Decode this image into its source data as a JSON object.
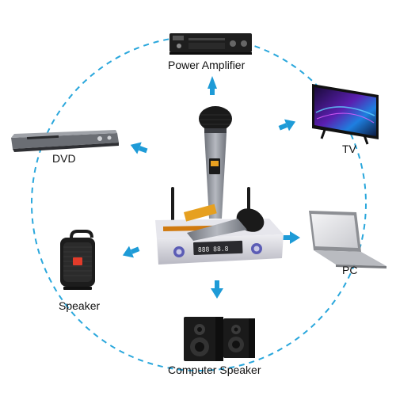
{
  "colors": {
    "circle": "#2aa7dc",
    "arrow": "#1e9bd7",
    "text": "#111111",
    "device_dark": "#1e1e1e",
    "receiver_silver": "#d5d5dc",
    "mic_gray": "#8d9199"
  },
  "center": {
    "name": "wireless-microphone-system",
    "receiver_display": "888 88.8"
  },
  "devices": [
    {
      "id": "power-amplifier",
      "label": "Power Amplifier",
      "icon": "amplifier-icon"
    },
    {
      "id": "tv",
      "label": "TV",
      "icon": "tv-icon"
    },
    {
      "id": "pc",
      "label": "PC",
      "icon": "laptop-icon"
    },
    {
      "id": "computer-speaker",
      "label": "Computer Speaker",
      "icon": "bookshelf-speakers-icon"
    },
    {
      "id": "speaker",
      "label": "Speaker",
      "icon": "portable-speaker-icon"
    },
    {
      "id": "dvd",
      "label": "DVD",
      "icon": "dvd-player-icon"
    }
  ]
}
